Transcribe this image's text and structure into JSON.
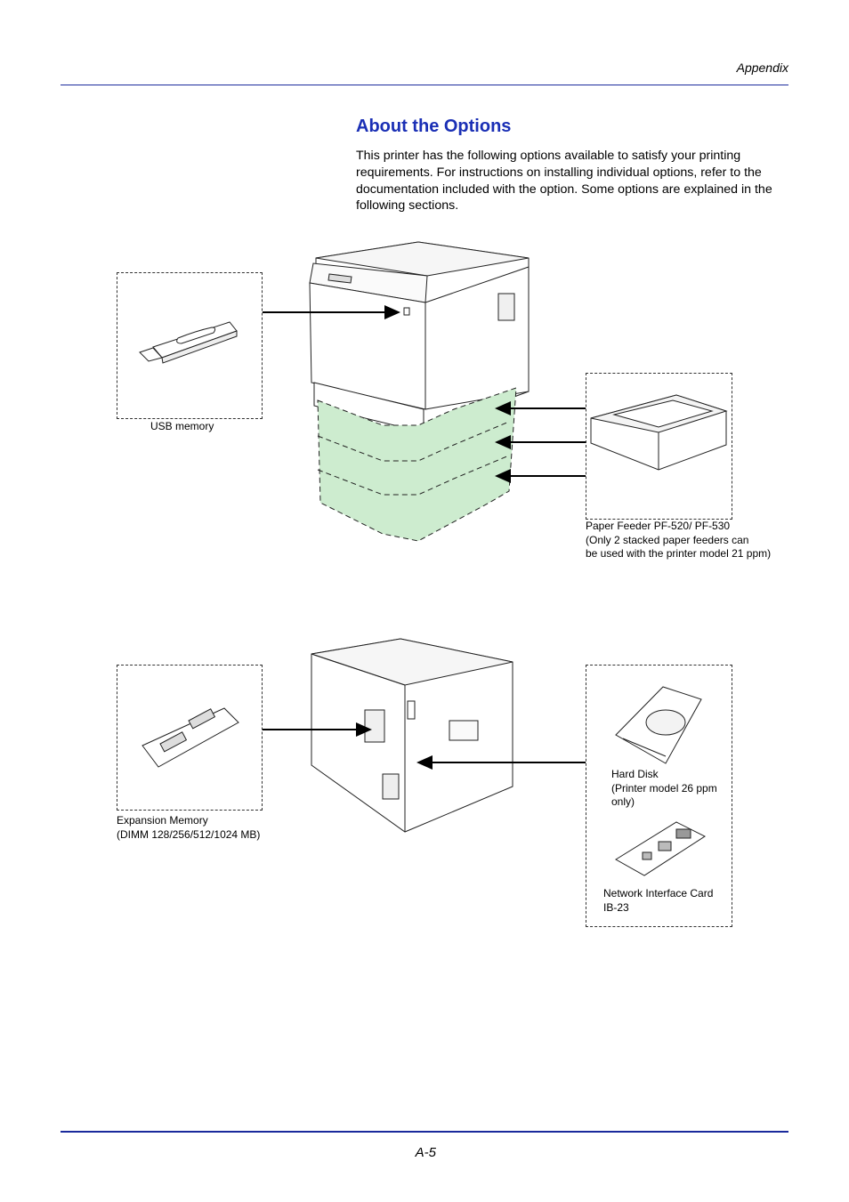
{
  "header": {
    "section": "Appendix"
  },
  "title": "About the Options",
  "intro": "This printer has the following options available to satisfy your printing requirements. For instructions on installing individual options, refer to the documentation included with the option. Some options are explained in the following sections.",
  "options": {
    "usb": {
      "label": "USB memory"
    },
    "feeder": {
      "line1": "Paper Feeder PF-520/ PF-530",
      "line2": "(Only 2 stacked paper feeders can",
      "line3": "be used with the printer model 21 ppm)"
    },
    "memory": {
      "line1": "Expansion Memory",
      "line2": "(DIMM 128/256/512/1024 MB)"
    },
    "hdd": {
      "line1": "Hard Disk",
      "line2": "(Printer model 26 ppm",
      "line3": "only)"
    },
    "nic": {
      "line1": "Network Interface Card",
      "line2": "IB-23"
    }
  },
  "footer": {
    "page_number": "A-5"
  },
  "colors": {
    "accent": "#1a2fb5",
    "feeder_fill": "#cdeccf"
  }
}
